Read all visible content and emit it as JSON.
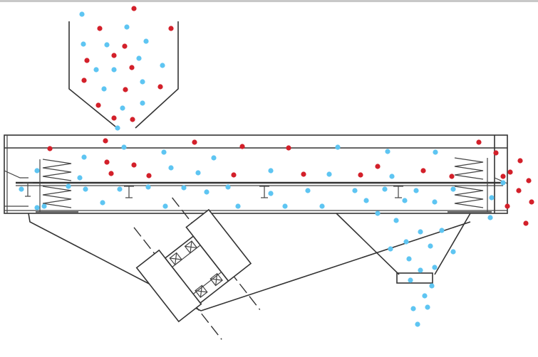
{
  "diagram": {
    "kind": "vibrating screen separation schematic",
    "colors": {
      "coarse_particle": "#d3202a",
      "fine_particle": "#5ec5f2",
      "outline": "#333333",
      "background": "#ffffff"
    },
    "particle_groups": [
      "feed-hopper-particles",
      "screen-deck-particles",
      "fines-discharge-particles",
      "oversize-discharge-particles"
    ],
    "icons": [
      "spring-icon",
      "vibrator-motor-icon",
      "bolt-icon",
      "discharge-chute-icon",
      "feed-hopper-icon"
    ]
  }
}
